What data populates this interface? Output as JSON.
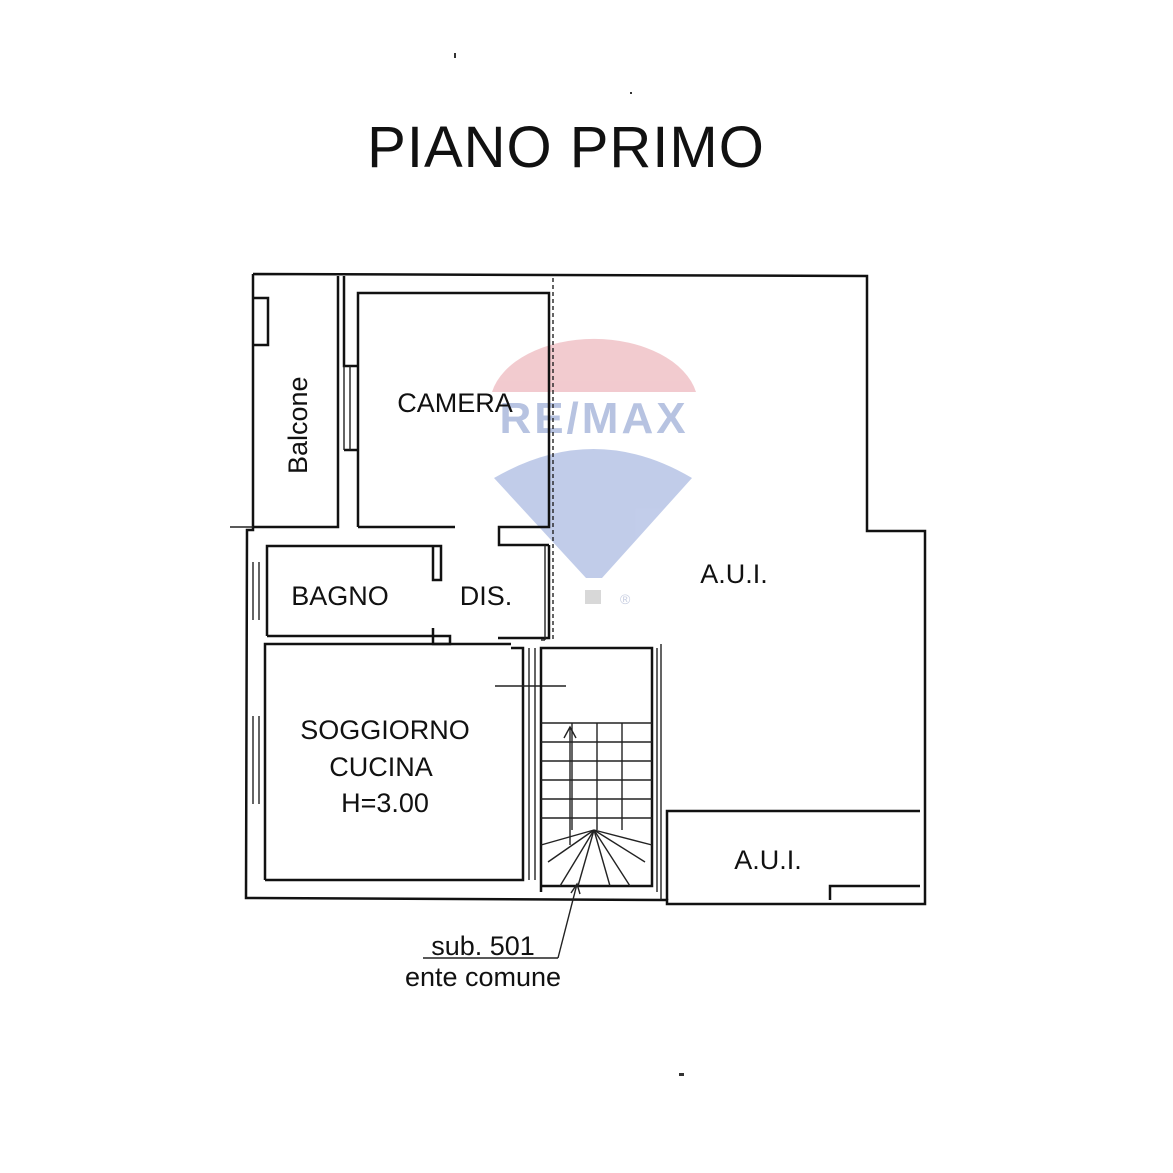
{
  "title": "PIANO PRIMO",
  "rooms": {
    "balcone": "Balcone",
    "camera": "CAMERA",
    "bagno": "BAGNO",
    "dis": "DIS.",
    "aui_main": "A.U.I.",
    "aui_small": "A.U.I.",
    "soggiorno_line1": "SOGGIORNO",
    "soggiorno_line2": "CUCINA",
    "soggiorno_height": "H=3.00"
  },
  "annotation": {
    "line1": "sub. 501",
    "line2": "ente comune"
  },
  "watermark": {
    "brand": "RE/MAX",
    "registered": "®",
    "colors": {
      "red": "#e8a0a8",
      "blue": "#8fa4d8",
      "text": "#7d93c9"
    }
  }
}
